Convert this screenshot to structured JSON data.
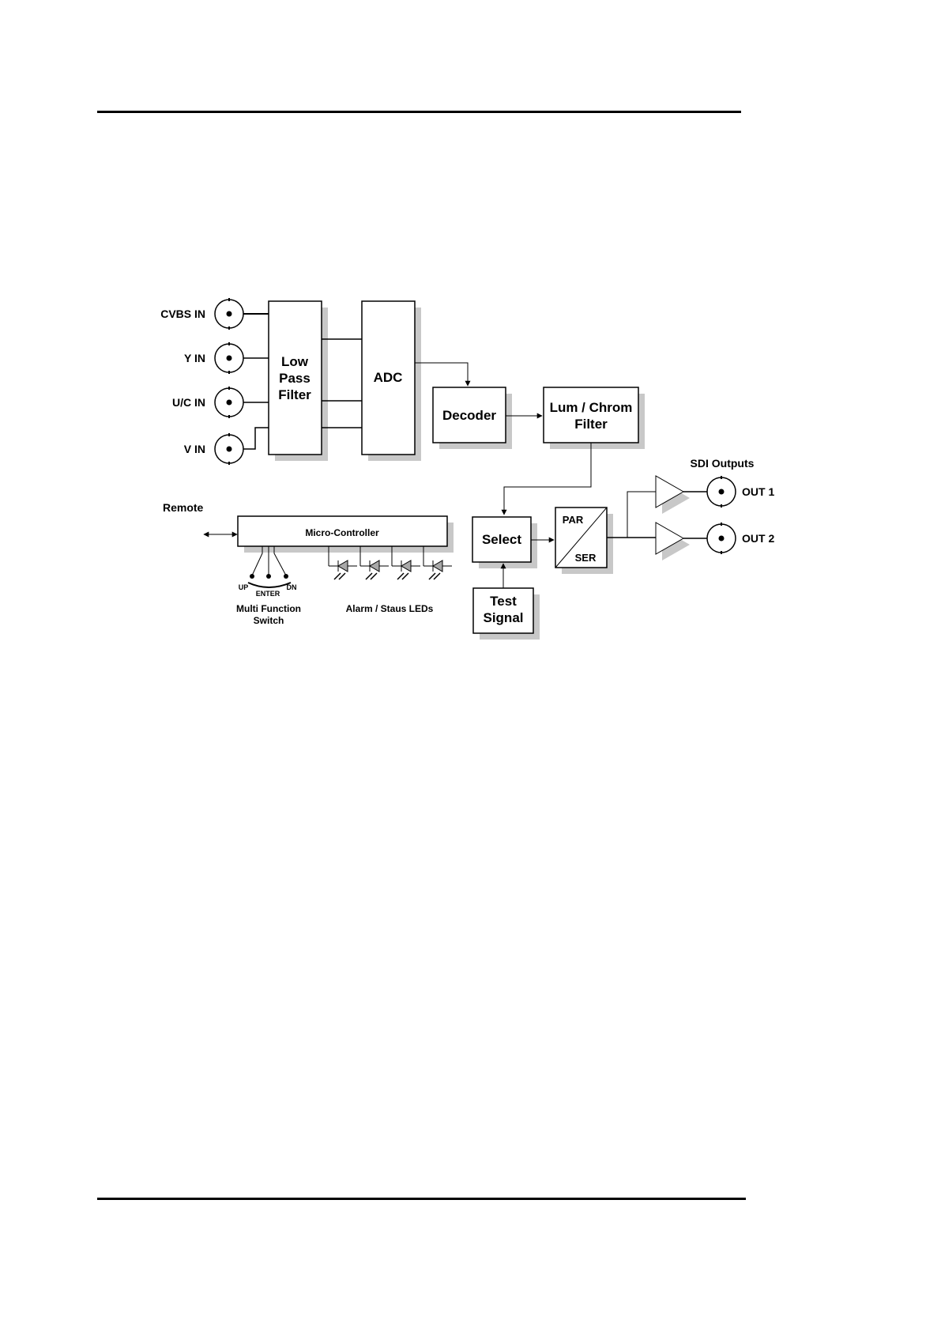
{
  "diagram": {
    "inputs": [
      "CVBS IN",
      "Y IN",
      "U/C IN",
      "V IN"
    ],
    "blocks": {
      "low_pass_filter": [
        "Low",
        "Pass",
        "Filter"
      ],
      "adc": "ADC",
      "decoder": "Decoder",
      "lum_chrom_filter": [
        "Lum / Chrom",
        "Filter"
      ],
      "select": "Select",
      "test_signal": [
        "Test",
        "Signal"
      ],
      "par": "PAR",
      "ser": "SER",
      "micro_controller": "Micro-Controller"
    },
    "outputs_title": "SDI Outputs",
    "outputs": [
      "OUT 1",
      "OUT 2"
    ],
    "remote": "Remote",
    "switch": {
      "up": "UP",
      "enter": "ENTER",
      "dn": "DN",
      "caption": [
        "Multi Function",
        "Switch"
      ]
    },
    "leds_caption": "Alarm / Staus LEDs"
  }
}
